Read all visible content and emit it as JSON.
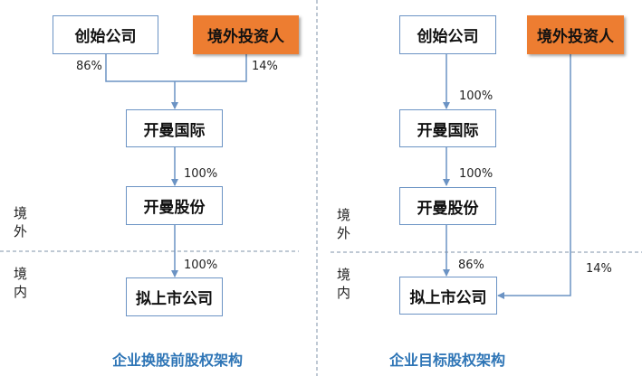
{
  "colors": {
    "accent_box": "#ED7D31",
    "line": "#6B93C4",
    "title": "#2E75B6"
  },
  "left": {
    "title": "企业换股前股权架构",
    "founder": "创始公司",
    "foreign_investor": "境外投资人",
    "kaiman_intl": "开曼国际",
    "kaiman_shares": "开曼股份",
    "target": "拟上市公司",
    "pct_founder": "86%",
    "pct_investor": "14%",
    "pct_intl_to_shares": "100%",
    "pct_shares_to_target": "100%",
    "offshore": [
      "境",
      "外"
    ],
    "onshore": [
      "境",
      "内"
    ]
  },
  "right": {
    "title": "企业目标股权架构",
    "founder": "创始公司",
    "foreign_investor": "境外投资人",
    "kaiman_intl": "开曼国际",
    "kaiman_shares": "开曼股份",
    "target": "拟上市公司",
    "pct_founder_to_intl": "100%",
    "pct_intl_to_shares": "100%",
    "pct_shares_to_target": "86%",
    "pct_investor_to_target": "14%",
    "offshore": [
      "境",
      "外"
    ],
    "onshore": [
      "境",
      "内"
    ]
  }
}
